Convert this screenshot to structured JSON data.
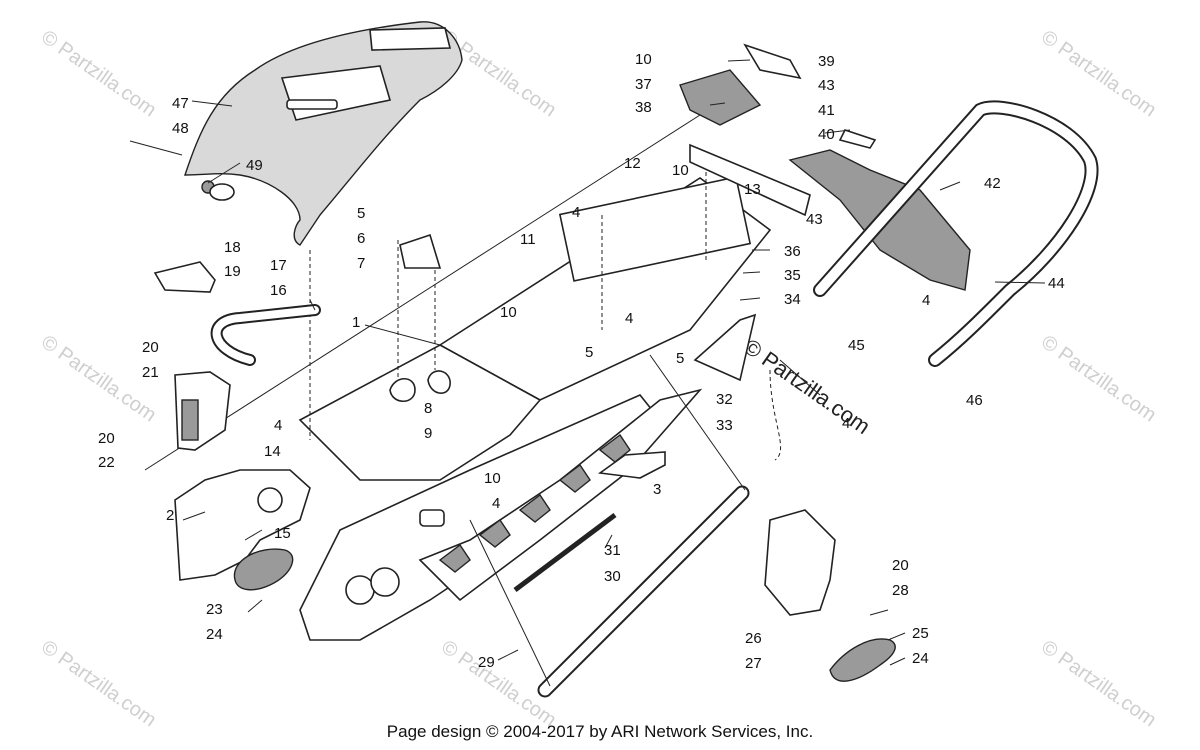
{
  "callouts": [
    "1",
    "2",
    "3",
    "4",
    "5",
    "6",
    "7",
    "8",
    "9",
    "10",
    "11",
    "12",
    "13",
    "14",
    "15",
    "16",
    "17",
    "18",
    "19",
    "20",
    "21",
    "22",
    "23",
    "24",
    "25",
    "26",
    "27",
    "28",
    "29",
    "30",
    "31",
    "32",
    "33",
    "34",
    "35",
    "36",
    "37",
    "38",
    "39",
    "40",
    "41",
    "42",
    "43",
    "44",
    "45",
    "46",
    "47",
    "48",
    "49"
  ],
  "labels": {
    "l1": "1",
    "l2": "2",
    "l3": "3",
    "l4a": "4",
    "l4b": "4",
    "l4c": "4",
    "l4d": "4",
    "l4e": "4",
    "l4f": "4",
    "l5a": "5",
    "l5b": "5",
    "l5c": "5",
    "l6": "6",
    "l7": "7",
    "l8": "8",
    "l9": "9",
    "l10a": "10",
    "l10b": "10",
    "l10c": "10",
    "l10d": "10",
    "l11": "11",
    "l12": "12",
    "l13": "13",
    "l14": "14",
    "l15": "15",
    "l16": "16",
    "l17": "17",
    "l18": "18",
    "l19": "19",
    "l20a": "20",
    "l20b": "20",
    "l20c": "20",
    "l21": "21",
    "l22": "22",
    "l23": "23",
    "l24a": "24",
    "l24b": "24",
    "l25": "25",
    "l26": "26",
    "l27": "27",
    "l28": "28",
    "l29": "29",
    "l30": "30",
    "l31": "31",
    "l32": "32",
    "l33": "33",
    "l34": "34",
    "l35": "35",
    "l36": "36",
    "l37": "37",
    "l38": "38",
    "l39": "39",
    "l40": "40",
    "l41": "41",
    "l42": "42",
    "l43a": "43",
    "l43b": "43",
    "l44": "44",
    "l45": "45",
    "l46": "46",
    "l47": "47",
    "l48": "48",
    "l49": "49"
  },
  "watermark": {
    "main": "© Partzilla.com",
    "faint": "© Partzilla.com"
  },
  "footer": "Page design © 2004-2017 by ARI Network Services, Inc."
}
